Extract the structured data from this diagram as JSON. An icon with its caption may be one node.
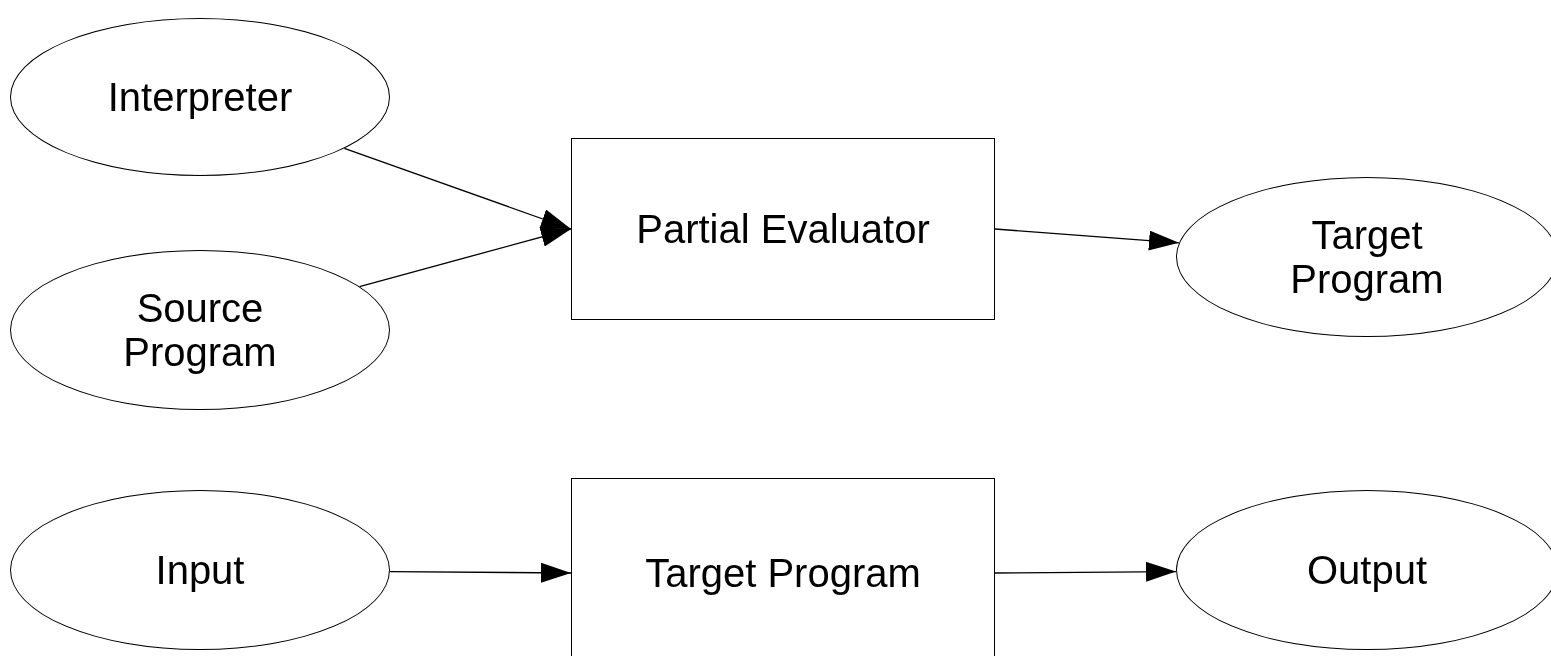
{
  "diagram": {
    "nodes": [
      {
        "text": [
          "Interpreter"
        ]
      },
      {
        "text": [
          "Source Program"
        ]
      },
      {
        "text": [
          "Partial Evaluator"
        ]
      },
      {
        "text": [
          "Target Program"
        ]
      },
      {
        "text": [
          "Input"
        ]
      },
      {
        "text": [
          "Target Program"
        ]
      },
      {
        "text": [
          "Output"
        ]
      }
    ],
    "edges": [
      {
        "from": 0,
        "to": 2,
        "arrow": "to"
      },
      {
        "from": 1,
        "to": 2,
        "arrow": "to"
      },
      {
        "from": 2,
        "to": 3,
        "arrow": "to"
      },
      {
        "from": 4,
        "to": 5,
        "arrow": "to"
      },
      {
        "from": 5,
        "to": 6,
        "arrow": "to"
      }
    ]
  }
}
